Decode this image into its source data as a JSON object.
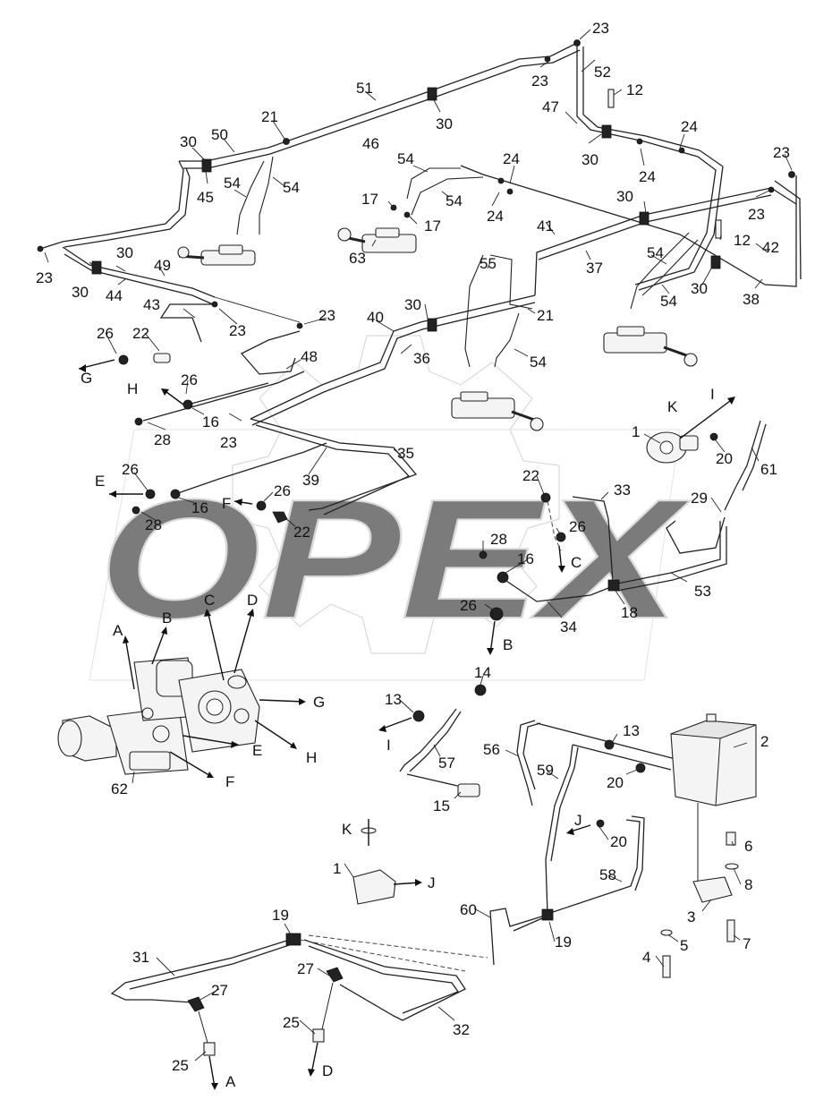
{
  "watermark": "OPEX",
  "callouts": {
    "n1a": "1",
    "n1b": "1",
    "n2": "2",
    "n3": "3",
    "n4": "4",
    "n5": "5",
    "n6": "6",
    "n7": "7",
    "n8": "8",
    "n12a": "12",
    "n12b": "12",
    "n13a": "13",
    "n13b": "13",
    "n14": "14",
    "n15": "15",
    "n16a": "16",
    "n16b": "16",
    "n16c": "16",
    "n17a": "17",
    "n17b": "17",
    "n18": "18",
    "n19a": "19",
    "n19b": "19",
    "n20a": "20",
    "n20b": "20",
    "n20c": "20",
    "n21a": "21",
    "n21b": "21",
    "n22a": "22",
    "n22b": "22",
    "n22c": "22",
    "n23a": "23",
    "n23b": "23",
    "n23c": "23",
    "n23d": "23",
    "n23e": "23",
    "n23f": "23",
    "n23g": "23",
    "n23h": "23",
    "n24a": "24",
    "n24b": "24",
    "n24c": "24",
    "n24d": "24",
    "n25a": "25",
    "n25b": "25",
    "n26a": "26",
    "n26b": "26",
    "n26c": "26",
    "n26d": "26",
    "n26e": "26",
    "n26f": "26",
    "n27a": "27",
    "n27b": "27",
    "n28a": "28",
    "n28b": "28",
    "n28c": "28",
    "n29": "29",
    "n30a": "30",
    "n30b": "30",
    "n30c": "30",
    "n30d": "30",
    "n30e": "30",
    "n30f": "30",
    "n30g": "30",
    "n31": "31",
    "n32": "32",
    "n33": "33",
    "n34": "34",
    "n35": "35",
    "n36": "36",
    "n37": "37",
    "n38": "38",
    "n39": "39",
    "n40": "40",
    "n41": "41",
    "n42": "42",
    "n43": "43",
    "n44": "44",
    "n45": "45",
    "n46": "46",
    "n47": "47",
    "n48": "48",
    "n49": "49",
    "n50": "50",
    "n51": "51",
    "n52": "52",
    "n53": "53",
    "n54a": "54",
    "n54b": "54",
    "n54c": "54",
    "n54d": "54",
    "n54e": "54",
    "n54f": "54",
    "n54g": "54",
    "n55": "55",
    "n56": "56",
    "n57": "57",
    "n58": "58",
    "n59": "59",
    "n60": "60",
    "n61": "61",
    "n62": "62",
    "n63": "63"
  },
  "connections": {
    "A1": "A",
    "A2": "A",
    "B1": "B",
    "B2": "B",
    "C1": "C",
    "C2": "C",
    "D1": "D",
    "D2": "D",
    "E1": "E",
    "E2": "E",
    "F1": "F",
    "F2": "F",
    "G1": "G",
    "G2": "G",
    "H1": "H",
    "H2": "H",
    "I1": "I",
    "I2": "I",
    "J1": "J",
    "J2": "J",
    "K1": "K",
    "K2": "K"
  }
}
